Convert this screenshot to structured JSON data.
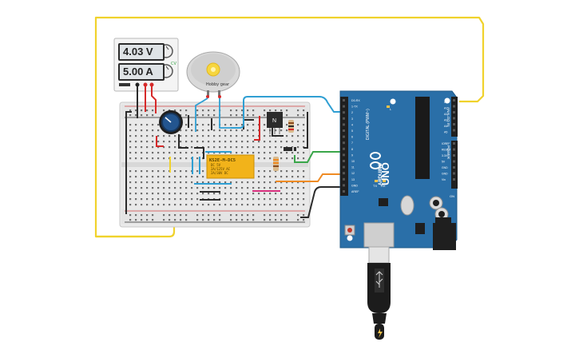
{
  "power_supply": {
    "voltage": "4.03 V",
    "current": "5.00 A"
  },
  "motor": {
    "label": "Hobby gear"
  },
  "relay": {
    "model": "KS2E-M-DC5",
    "line1": "DC 5V",
    "line2": "2A/125V AC",
    "line3": "2A/30V DC"
  },
  "transistor": {
    "label": "N"
  },
  "arduino": {
    "model": "UNO",
    "brand": "ARDUINO",
    "digital_label": "DIGITAL (PWM~)",
    "analog_label": "ANALOG IN",
    "power_label": "POWER",
    "digital_pins": [
      "AREF",
      "GND",
      "13",
      "12",
      "~11",
      "~10",
      "~9",
      "8",
      "7",
      "~6",
      "~5",
      "4",
      "~3",
      "2",
      "TX→1",
      "RX←0"
    ],
    "analog_pins": [
      "A0",
      "A1",
      "A2",
      "A3",
      "A4",
      "A5"
    ],
    "power_pins": [
      "IOREF",
      "RESET",
      "3.3V",
      "5V",
      "GND",
      "GND",
      "Vin"
    ],
    "left_pins": [
      "D0-RX",
      "1-TX",
      "2",
      "3",
      "4",
      "5",
      "6",
      "7",
      "8",
      "9",
      "10",
      "11",
      "12",
      "13",
      "GND",
      "AREF"
    ],
    "tx_label": "TX",
    "rx_label": "RX",
    "on_label": "ON",
    "l_label": "L"
  },
  "colors": {
    "wire_yellow": "#f0d22c",
    "wire_blue": "#2f9fd3",
    "wire_green": "#3aa64a",
    "wire_orange": "#ef8b24",
    "wire_black": "#2b2b2b",
    "wire_red": "#d62a2a",
    "arduino_board": "#2a6fa8",
    "relay_body": "#f2b31a",
    "breadboard": "#e9e9e9"
  }
}
